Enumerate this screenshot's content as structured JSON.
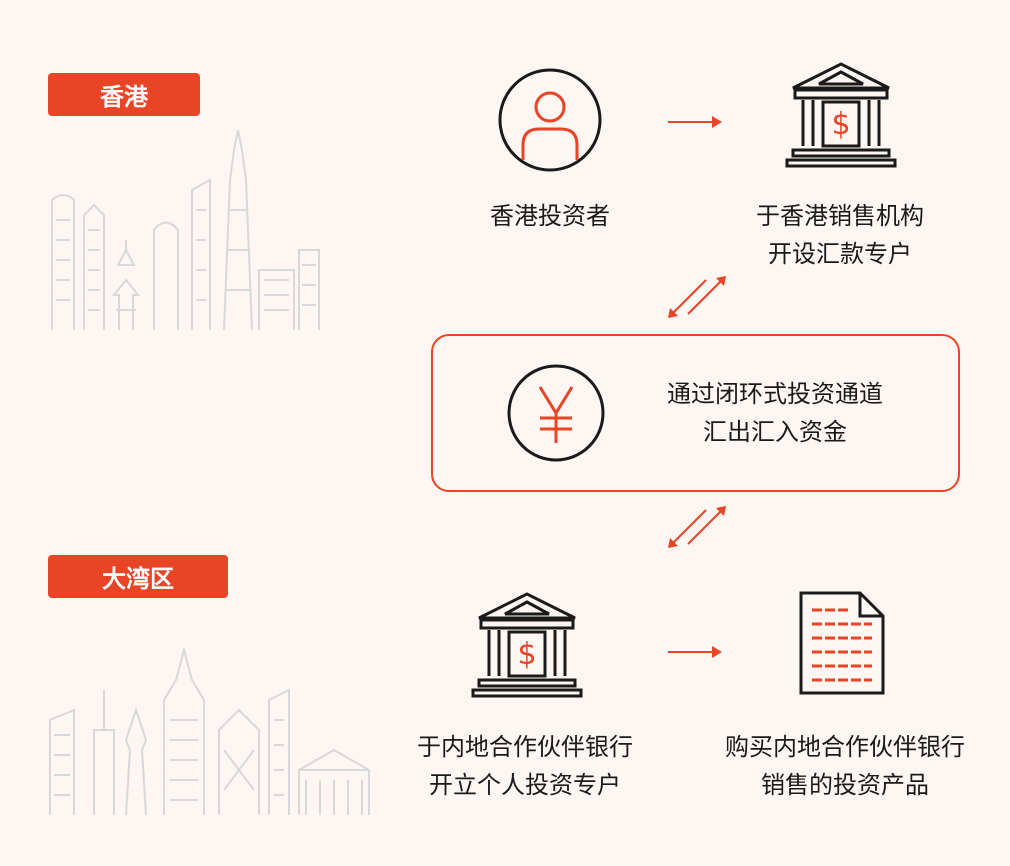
{
  "regions": {
    "hong_kong": "香港",
    "greater_bay_area": "大湾区"
  },
  "nodes": {
    "hk_investor": [
      "香港投资者"
    ],
    "hk_account": [
      "于香港销售机构",
      "开设汇款专户"
    ],
    "channel": [
      "通过闭环式投资通道",
      "汇出汇入资金"
    ],
    "mainland_account": [
      "于内地合作伙伴银行",
      "开立个人投资专户"
    ],
    "purchase": [
      "购买内地合作伙伴银行",
      "销售的投资产品"
    ]
  },
  "icons": {
    "investor": "person-icon",
    "hk_bank": "bank-icon",
    "channel": "yen-icon",
    "mainland_bank": "bank-icon",
    "product": "document-icon"
  },
  "colors": {
    "accent": "#e84426",
    "background": "#fdf6f3",
    "ink": "#1a1a1a"
  }
}
